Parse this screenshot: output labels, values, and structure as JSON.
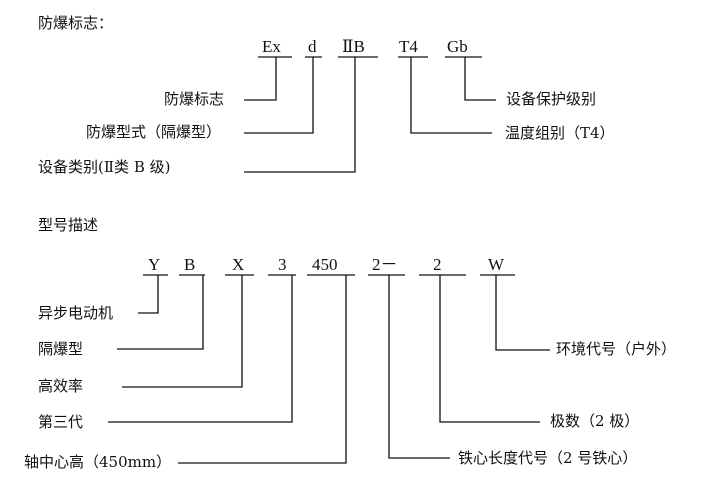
{
  "explosion_marking": {
    "heading": "防爆标志：",
    "codes": [
      "Ex",
      "d",
      "ⅡB",
      "T4",
      "Gb"
    ],
    "labels": {
      "marking": "防爆标志",
      "protection_type": "防爆型式（隔爆型）",
      "equipment_group": "设备类别(Ⅱ类 B 级)",
      "protection_level": "设备保护级别",
      "temperature_class": "温度组别（T4）"
    }
  },
  "model_description": {
    "heading": "型号描述",
    "codes": [
      "Y",
      "B",
      "X",
      "3",
      "450",
      "2－",
      "2",
      "W"
    ],
    "labels": {
      "async_motor": "异步电动机",
      "flameproof": "隔爆型",
      "high_efficiency": "高效率",
      "third_gen": "第三代",
      "shaft_height": "轴中心高（450mm）",
      "environment": "环境代号（户外）",
      "poles": "极数（2 极）",
      "core_length": "铁心长度代号（2 号铁心）"
    }
  }
}
